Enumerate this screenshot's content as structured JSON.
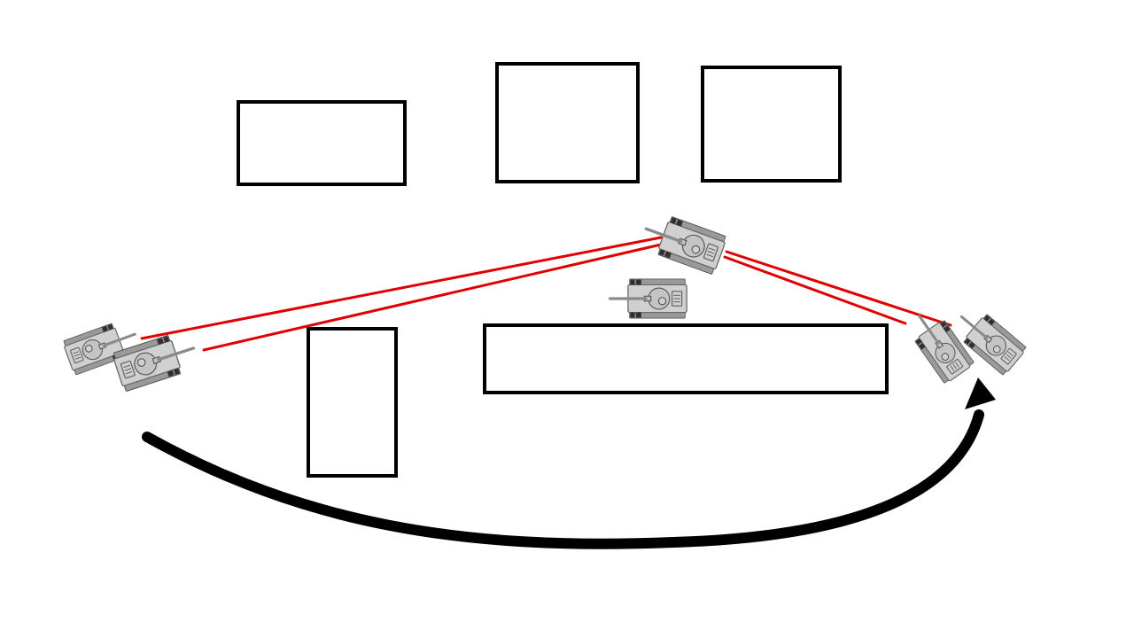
{
  "colors": {
    "background": "#ffffff",
    "obstacle_stroke": "#000000",
    "sightline": "#e00000",
    "flank_arrow": "#000000",
    "tank_hull": "#d0d0d0",
    "tank_track": "#9a9a9a",
    "tank_turret": "#c4c4c4",
    "tank_wheel": "#2e2e2e"
  },
  "obstacles": [
    {
      "name": "obstacle-top-left"
    },
    {
      "name": "obstacle-top-center"
    },
    {
      "name": "obstacle-top-right"
    },
    {
      "name": "obstacle-lower-left-tall"
    },
    {
      "name": "obstacle-lower-center-wide"
    }
  ],
  "tanks": [
    {
      "name": "tank-left-rear",
      "icon": "tank-icon"
    },
    {
      "name": "tank-left-front",
      "icon": "tank-icon"
    },
    {
      "name": "tank-center-target",
      "icon": "tank-icon"
    },
    {
      "name": "tank-center-lower",
      "icon": "tank-icon"
    },
    {
      "name": "tank-right-front",
      "icon": "tank-icon"
    },
    {
      "name": "tank-right-rear",
      "icon": "tank-icon"
    }
  ],
  "sightlines": [
    {
      "name": "sightline-left-rear-to-target"
    },
    {
      "name": "sightline-left-front-to-target"
    },
    {
      "name": "sightline-target-to-right-front"
    },
    {
      "name": "sightline-target-to-right-rear"
    }
  ],
  "arrow": {
    "name": "flank-arrow",
    "icon": "curved-arrow-icon"
  }
}
